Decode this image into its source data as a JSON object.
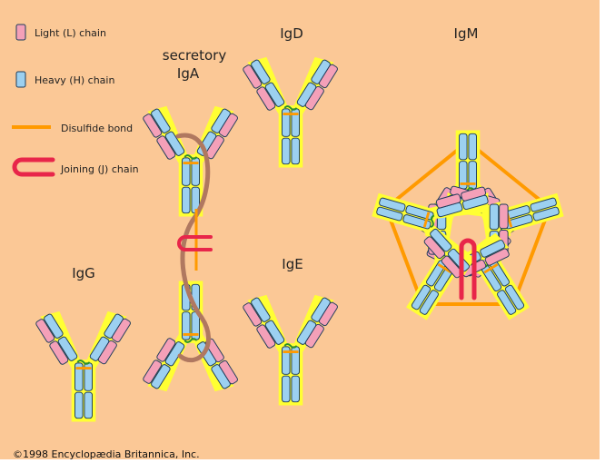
{
  "legend": {
    "light_chain": "Light (L) chain",
    "heavy_chain": "Heavy (H) chain",
    "disulfide_bond": "Disulfide bond",
    "joining_chain": "Joining (J) chain"
  },
  "labels": {
    "secretory_line1": "secretory",
    "secretory_line2": "IgA",
    "igd": "IgD",
    "igm": "IgM",
    "igg": "IgG",
    "ige": "IgE"
  },
  "copyright": "©1998 Encyclopædia Britannica, Inc.",
  "colors": {
    "background": "#fbc896",
    "region": "#ffff33",
    "light_chain": "#f4a0b8",
    "heavy_chain": "#9cd0f0",
    "disulfide": "#ff9a00",
    "joining_chain": "#e8264a",
    "secretory_component": "#b07860",
    "outline": "#1e3c5a"
  }
}
